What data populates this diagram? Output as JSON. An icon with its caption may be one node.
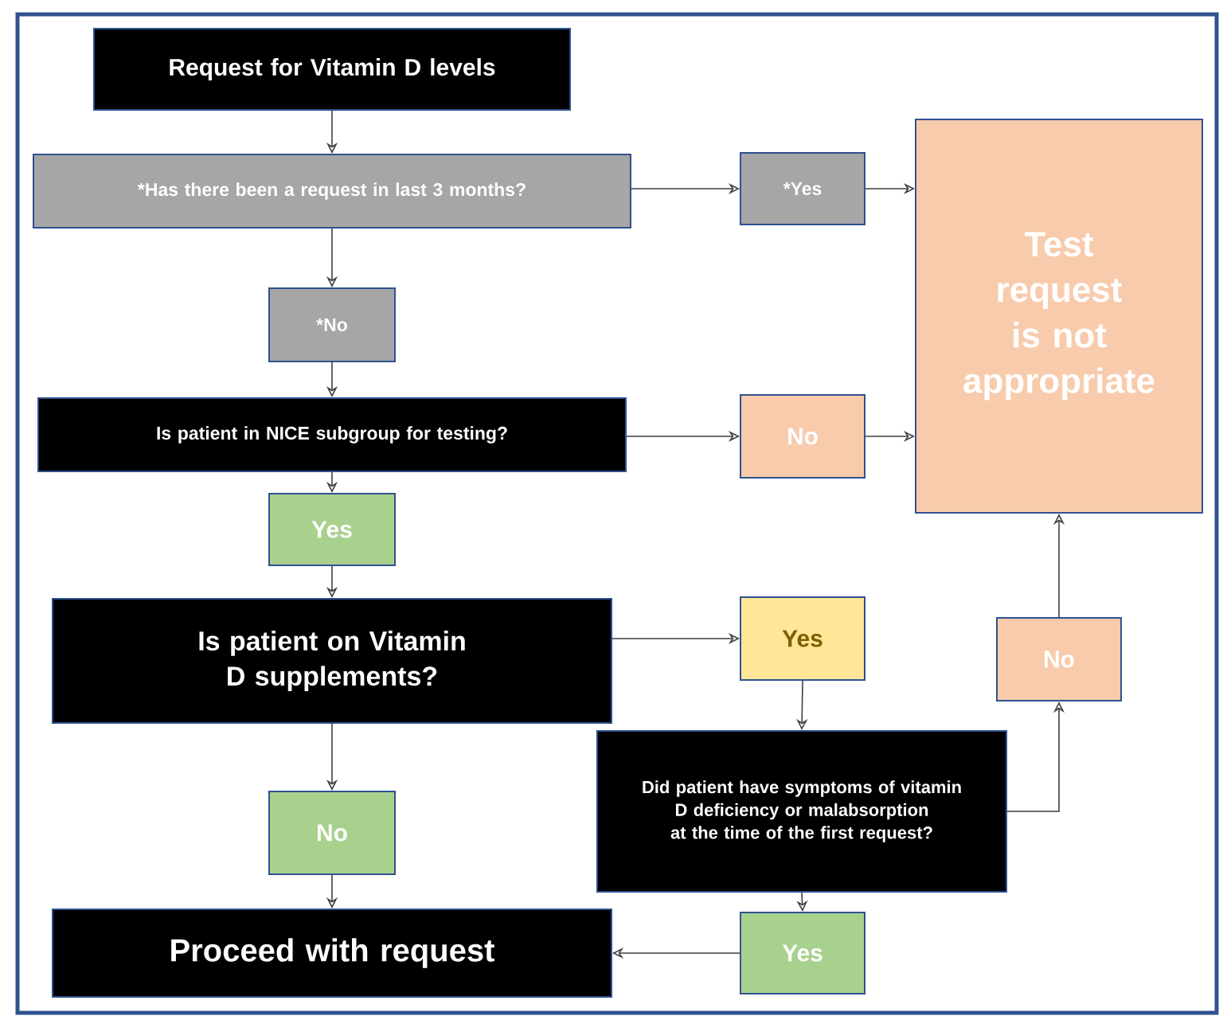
{
  "diagram": {
    "nodes": [
      {
        "text": [
          "Request for Vitamin D levels"
        ]
      },
      {
        "text": [
          "*Has there been a request in last 3 months?"
        ]
      },
      {
        "text": [
          "*Yes"
        ]
      },
      {
        "text": [
          "Test request is not appropriate"
        ]
      },
      {
        "text": [
          "*No"
        ]
      },
      {
        "text": [
          "Is patient in NICE subgroup for testing?"
        ]
      },
      {
        "text": [
          "No"
        ]
      },
      {
        "text": [
          "Yes"
        ]
      },
      {
        "text": [
          "Is patient on Vitamin D supplements?"
        ]
      },
      {
        "text": [
          "Yes"
        ]
      },
      {
        "text": [
          "No"
        ]
      },
      {
        "text": [
          "Did patient have symptoms of vitamin D deficiency or malabsorption at the time of the first request?"
        ]
      },
      {
        "text": [
          "No"
        ]
      },
      {
        "text": [
          "Proceed with request"
        ]
      },
      {
        "text": [
          "Yes"
        ]
      }
    ],
    "edges": [
      {
        "from": 0,
        "to": 1,
        "arrow": "to"
      },
      {
        "from": 1,
        "to": 2,
        "arrow": "to"
      },
      {
        "from": 2,
        "to": 3,
        "arrow": "to"
      },
      {
        "from": 1,
        "to": 4,
        "arrow": "to"
      },
      {
        "from": 4,
        "to": 5,
        "arrow": "to"
      },
      {
        "from": 5,
        "to": 6,
        "arrow": "to"
      },
      {
        "from": 6,
        "to": 3,
        "arrow": "to"
      },
      {
        "from": 5,
        "to": 7,
        "arrow": "to"
      },
      {
        "from": 7,
        "to": 8,
        "arrow": "to"
      },
      {
        "from": 8,
        "to": 9,
        "arrow": "to"
      },
      {
        "from": 9,
        "to": 11,
        "arrow": "to"
      },
      {
        "from": 11,
        "to": 10,
        "arrow": "to"
      },
      {
        "from": 10,
        "to": 3,
        "arrow": "to"
      },
      {
        "from": 8,
        "to": 12,
        "arrow": "to"
      },
      {
        "from": 12,
        "to": 13,
        "arrow": "to"
      },
      {
        "from": 11,
        "to": 14,
        "arrow": "to"
      },
      {
        "from": 14,
        "to": 13,
        "arrow": "to"
      }
    ]
  }
}
